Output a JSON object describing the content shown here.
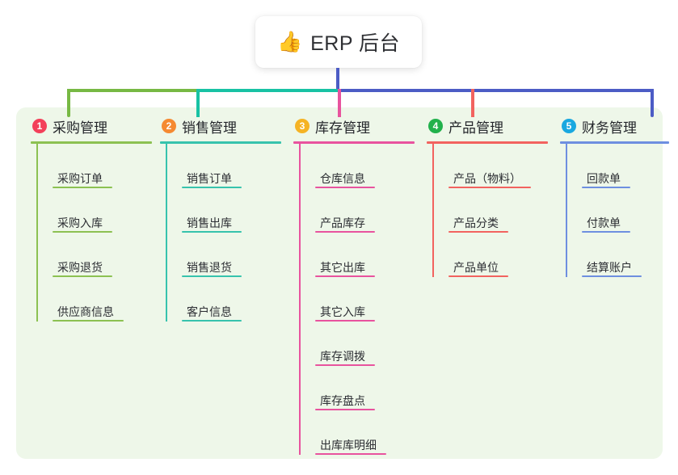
{
  "root": {
    "icon": "thumbs-up-icon",
    "icon_glyph": "👍",
    "title": "ERP 后台"
  },
  "panel": {
    "background_color": "#eef7e9"
  },
  "connector": {
    "stem_color": "#4c5cc5",
    "segments": [
      {
        "color": "#77b944"
      },
      {
        "color": "#18c2a4"
      },
      {
        "color": "#4c5cc5"
      }
    ]
  },
  "columns": [
    {
      "index": "1",
      "badge_color": "#f3405a",
      "line_color": "#8cc152",
      "title": "采购管理",
      "drop_color": "#77b944",
      "items": [
        {
          "label": "采购订单"
        },
        {
          "label": "采购入库"
        },
        {
          "label": "采购退货"
        },
        {
          "label": "供应商信息"
        }
      ]
    },
    {
      "index": "2",
      "badge_color": "#f58a32",
      "line_color": "#37c3ad",
      "title": "销售管理",
      "drop_color": "#18c2a4",
      "items": [
        {
          "label": "销售订单"
        },
        {
          "label": "销售出库"
        },
        {
          "label": "销售退货"
        },
        {
          "label": "客户信息"
        }
      ]
    },
    {
      "index": "3",
      "badge_color": "#f5b324",
      "line_color": "#e8539e",
      "title": "库存管理",
      "drop_color": "#e8539e",
      "items": [
        {
          "label": "仓库信息"
        },
        {
          "label": "产品库存"
        },
        {
          "label": "其它出库"
        },
        {
          "label": "其它入库"
        },
        {
          "label": "库存调拨"
        },
        {
          "label": "库存盘点"
        },
        {
          "label": "出库库明细"
        }
      ]
    },
    {
      "index": "4",
      "badge_color": "#22b14c",
      "line_color": "#f2635f",
      "title": "产品管理",
      "drop_color": "#f2635f",
      "items": [
        {
          "label": "产品（物料）"
        },
        {
          "label": "产品分类"
        },
        {
          "label": "产品单位"
        }
      ]
    },
    {
      "index": "5",
      "badge_color": "#19a8e0",
      "line_color": "#6e8fe0",
      "title": "财务管理",
      "drop_color": "#4c5cc5",
      "items": [
        {
          "label": "回款单"
        },
        {
          "label": "付款单"
        },
        {
          "label": "结算账户"
        }
      ]
    }
  ]
}
